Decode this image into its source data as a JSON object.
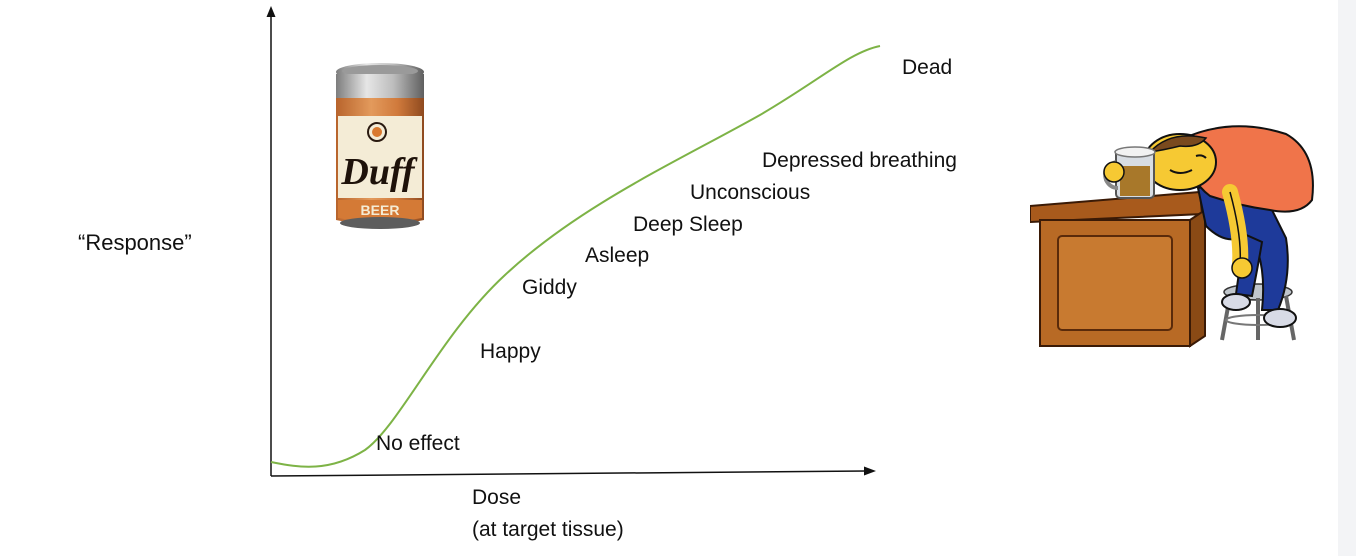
{
  "axes": {
    "y_label": "“Response”",
    "x_label_line1": "Dose",
    "x_label_line2": "(at target tissue)"
  },
  "curve_color": "#7db346",
  "stages": [
    {
      "label": "No effect"
    },
    {
      "label": "Happy"
    },
    {
      "label": "Giddy"
    },
    {
      "label": "Asleep"
    },
    {
      "label": "Deep Sleep"
    },
    {
      "label": "Unconscious"
    },
    {
      "label": "Depressed breathing"
    },
    {
      "label": "Dead"
    }
  ],
  "illustrations": {
    "can_logo_text": "Duff",
    "can_sub_text": "BEER",
    "can_icon": "beer-can-illustration",
    "drunk_icon": "drunk-man-at-bar-illustration"
  }
}
